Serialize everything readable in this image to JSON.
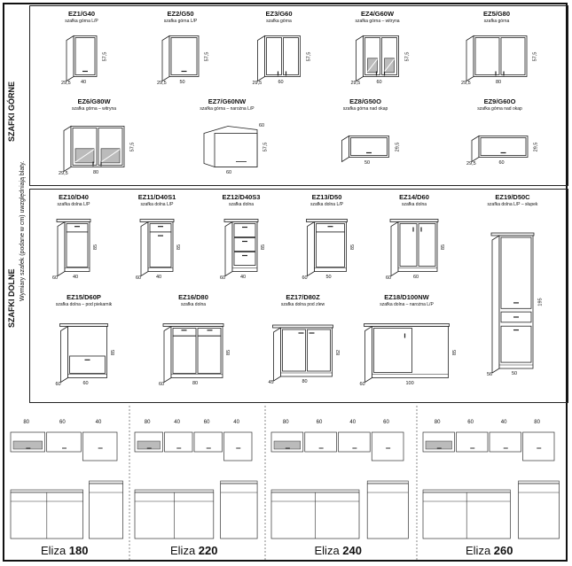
{
  "sections": {
    "upper_label": "SZAFKI GÓRNE",
    "lower_label": "SZAFKI DOLNE",
    "note": "Wymiary szafek (podane w cm) uwzględniają blaty."
  },
  "upper": [
    {
      "code": "EZ1/G40",
      "desc": "szafka górna L/P",
      "w": "40",
      "h": "57,5",
      "d": "29,5"
    },
    {
      "code": "EZ2/G50",
      "desc": "szafka górna L/P",
      "w": "50",
      "h": "57,5",
      "d": "29,5"
    },
    {
      "code": "EZ3/G60",
      "desc": "szafka górna",
      "w": "60",
      "h": "57,5",
      "d": "29,5"
    },
    {
      "code": "EZ4/G60W",
      "desc": "szafka górna – witryna",
      "w": "60",
      "h": "57,5",
      "d": "29,5"
    },
    {
      "code": "EZ5/G80",
      "desc": "szafka górna",
      "w": "80",
      "h": "57,5",
      "d": "29,5"
    },
    {
      "code": "EZ6/G80W",
      "desc": "szafka górna – witryna",
      "w": "80",
      "h": "57,5",
      "d": "29,5"
    },
    {
      "code": "EZ7/G60NW",
      "desc": "szafka górna – narożna L/P",
      "w": "60",
      "w2": "60",
      "h": "57,5"
    },
    {
      "code": "EZ8/G50O",
      "desc": "szafka górna nad okap",
      "w": "50",
      "h": "29,5"
    },
    {
      "code": "EZ9/G60O",
      "desc": "szafka górna nad okap",
      "w": "60",
      "h": "29,5",
      "d": "29,5"
    }
  ],
  "lower": [
    {
      "code": "EZ10/D40",
      "desc": "szafka dolna L/P",
      "w": "40",
      "h": "85",
      "d": "60"
    },
    {
      "code": "EZ11/D40S1",
      "desc": "szafka dolna L/P",
      "w": "40",
      "h": "85",
      "d": "60"
    },
    {
      "code": "EZ12/D40S3",
      "desc": "szafka dolna",
      "w": "40",
      "h": "85",
      "d": "60"
    },
    {
      "code": "EZ13/D50",
      "desc": "szafka dolna L/P",
      "w": "50",
      "h": "85",
      "d": "60"
    },
    {
      "code": "EZ14/D60",
      "desc": "szafka dolna",
      "w": "60",
      "h": "85",
      "d": "60"
    },
    {
      "code": "EZ19/D50C",
      "desc": "szafka dolna L/P – słupek",
      "w": "50",
      "h": "195",
      "d": "56"
    },
    {
      "code": "EZ15/D60P",
      "desc": "szafka dolna – pod piekarnik",
      "w": "60",
      "h": "85",
      "d": "60"
    },
    {
      "code": "EZ16/D80",
      "desc": "szafka dolna",
      "w": "80",
      "h": "85",
      "d": "60"
    },
    {
      "code": "EZ17/D80Z",
      "desc": "szafka dolna pod zlew",
      "w": "80",
      "h": "82",
      "d": "45"
    },
    {
      "code": "EZ18/D100NW",
      "desc": "szafka dolna – narożna L/P",
      "w": "100",
      "h": "85",
      "d": "60"
    }
  ],
  "sets": [
    {
      "name": "Eliza",
      "size": "180",
      "dims": [
        "80",
        "60",
        "40"
      ]
    },
    {
      "name": "Eliza",
      "size": "220",
      "dims": [
        "80",
        "40",
        "60",
        "40"
      ]
    },
    {
      "name": "Eliza",
      "size": "240",
      "dims": [
        "80",
        "60",
        "40",
        "60"
      ]
    },
    {
      "name": "Eliza",
      "size": "260",
      "dims": [
        "80",
        "60",
        "40",
        "80"
      ]
    }
  ]
}
